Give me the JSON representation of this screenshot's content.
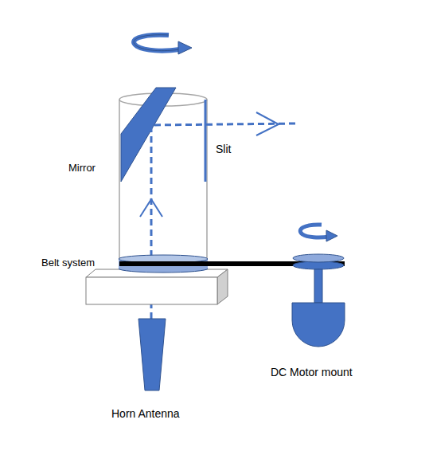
{
  "diagram": {
    "labels": [
      "Slit",
      "Mirror",
      "Belt system",
      "DC Motor mount",
      "Horn Antenna"
    ]
  }
}
